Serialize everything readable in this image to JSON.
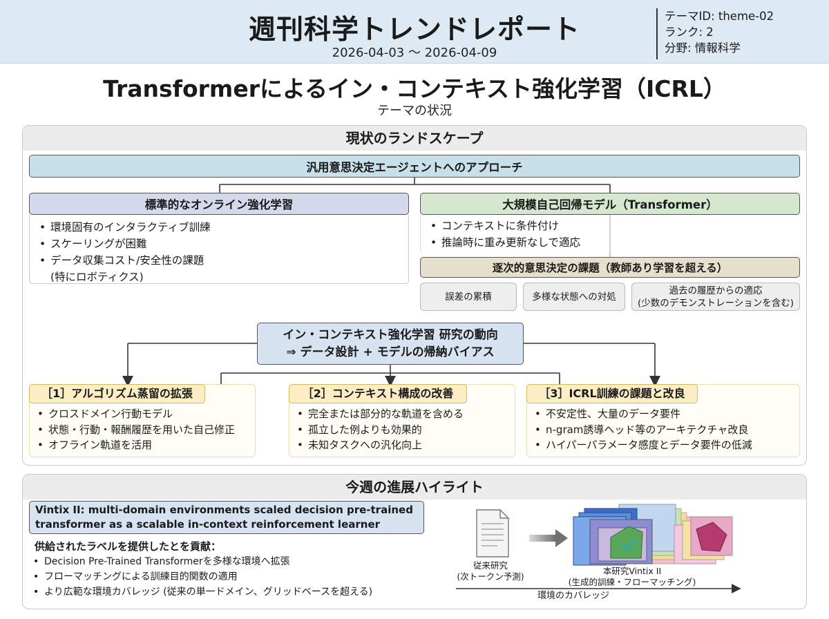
{
  "header": {
    "title": "週刊科学トレンドレポート",
    "dates": "2026-04-03 〜 2026-04-09",
    "theme_id": "テーマID: theme-02",
    "rank": "ランク: 2",
    "field": "分野: 情報科学"
  },
  "main": {
    "title": "Transformerによるイン・コンテキスト強化学習（ICRL）",
    "subtitle": "テーマの状況"
  },
  "landscape": {
    "section_title": "現状のランドスケープ",
    "root": "汎用意思決定エージェントへのアプローチ",
    "left_branch": {
      "title": "標準的なオンライン強化学習",
      "items": [
        "環境固有のインタラクティブ訓練",
        "スケーリングが困難",
        "データ収集コスト/安全性の課題",
        "(特にロボティクス)"
      ]
    },
    "right_branch": {
      "title": "大規模自己回帰モデル（Transformer）",
      "items": [
        "コンテキストに条件付け",
        "推論時に重み更新なしで適応"
      ]
    },
    "sequential": {
      "title": "逐次的意思決定の課題（教師あり学習を超える）",
      "challenges": [
        "誤差の累積",
        "多様な状態への対処",
        "過去の履歴からの適応",
        "(少数のデモンストレーションを含む)"
      ]
    },
    "trend": {
      "line1": "イン・コンテキスト強化学習 研究の動向",
      "line2": "⇒ データ設計 + モデルの帰納バイアス"
    },
    "directions": [
      {
        "label": "［1］アルゴリズム蒸留の拡張",
        "items": [
          "クロスドメイン行動モデル",
          "状態・行動・報酬履歴を用いた自己修正",
          "オフライン軌道を活用"
        ]
      },
      {
        "label": "［2］コンテキスト構成の改善",
        "items": [
          "完全または部分的な軌道を含める",
          "孤立した例よりも効果的",
          "未知タスクへの汎化向上"
        ]
      },
      {
        "label": "［3］ICRL訓練の課題と改良",
        "items": [
          "不安定性、大量のデータ要件",
          "n-gram誘導ヘッド等のアーキテクチャ改良",
          "ハイパーパラメータ感度とデータ要件の低減"
        ]
      }
    ]
  },
  "highlights": {
    "section_title": "今週の進展ハイライト",
    "paper_title_line1": "Vintix II: multi-domain environments scaled decision pre-trained",
    "paper_title_line2": "transformer as a scalable in-context reinforcement learner",
    "contrib_heading": "供給されたラベルを提供したとを貢献：",
    "contributions": [
      "Decision Pre-Trained Transformerを多様な環境へ拡張",
      "フローマッチングによる訓練目的関数の適用",
      "より広範な環境カバレッジ (従来の単一ドメイン、グリッドベースを超える)"
    ],
    "figure": {
      "prior_label_1": "従来研究",
      "prior_label_2": "(次トークン予測)",
      "ours_label_1": "本研究Vintix II",
      "ours_label_2": "(生成的訓練・フローマッチング)",
      "axis_label": "環境のカバレッジ"
    }
  },
  "colors": {
    "header_bg": "#dde9f3",
    "root_box": "#c7e0ea",
    "left_branch": "#d4d9ec",
    "right_branch": "#d5e8cf",
    "sequential": "#e6dfcd",
    "trend_box": "#d7e3f1",
    "yellow_label": "#fbeec4",
    "paper_box": "#d7e3f1"
  }
}
